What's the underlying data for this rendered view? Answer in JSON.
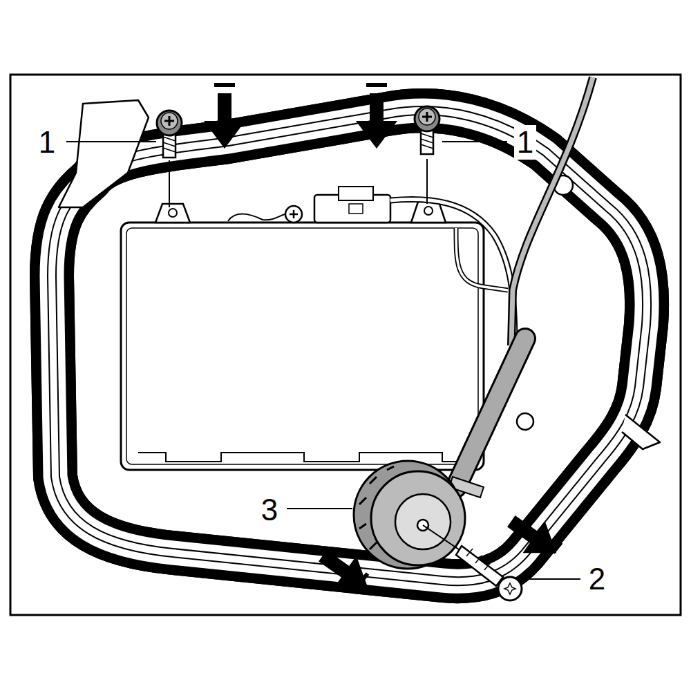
{
  "diagram": {
    "labels": [
      "1",
      "1",
      "2",
      "3"
    ]
  }
}
